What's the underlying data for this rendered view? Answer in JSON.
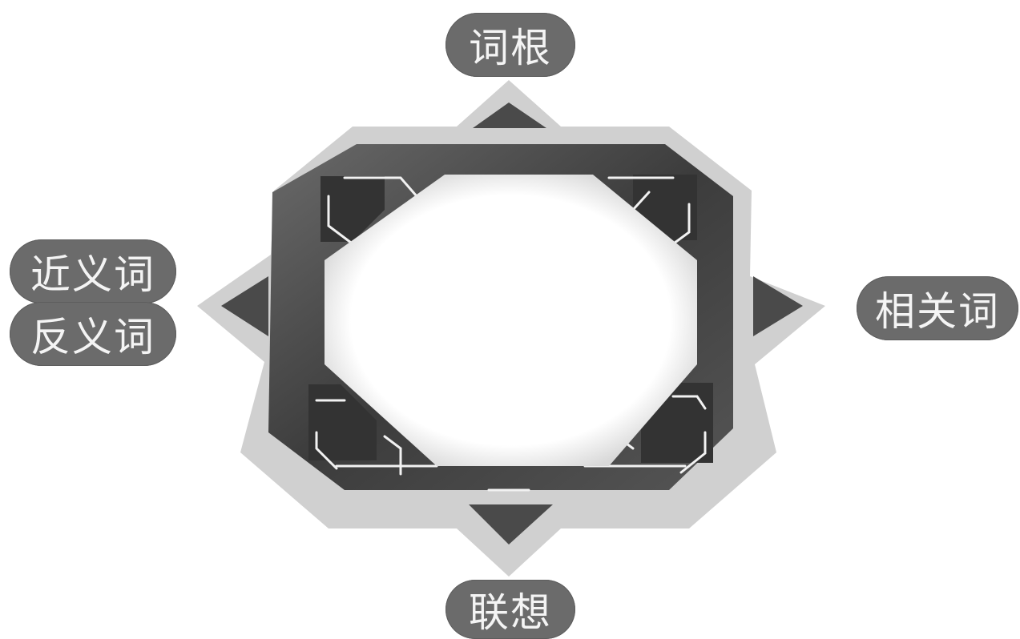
{
  "labels": {
    "top": "词根",
    "right": "相关词",
    "left_upper": "近义词",
    "left_lower": "反义词",
    "bottom": "联想"
  },
  "colors": {
    "pill_bg": "#6b6b6b",
    "pill_text": "#f4f4f4",
    "outer_border": "#cfcfcf",
    "frame_dark": "#3f3f3f",
    "frame_mid": "#5e5e5e",
    "circuit_line": "#f2f2f2"
  }
}
